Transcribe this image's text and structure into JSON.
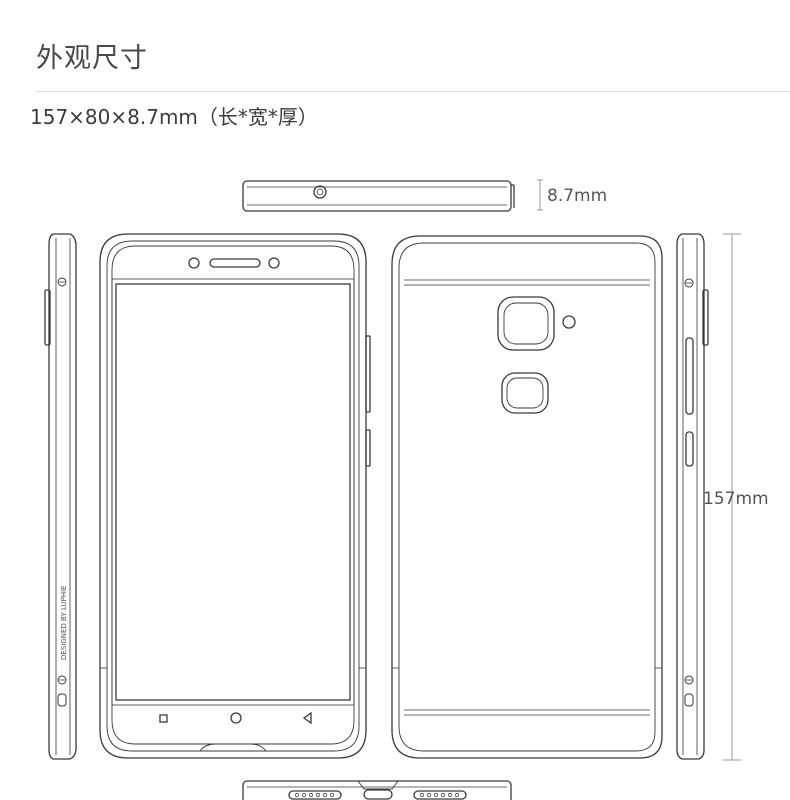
{
  "header": {
    "title": "外观尺寸",
    "dimensions": "157×80×8.7mm（长*宽*厚）"
  },
  "annotations": {
    "thickness": "8.7mm",
    "length": "157mm",
    "side_brand": "DESIGNED BY LUPHIE"
  },
  "colors": {
    "line": "#3a3a3a",
    "dim_line": "#9a9a9a",
    "rule": "#dcdcdc"
  }
}
